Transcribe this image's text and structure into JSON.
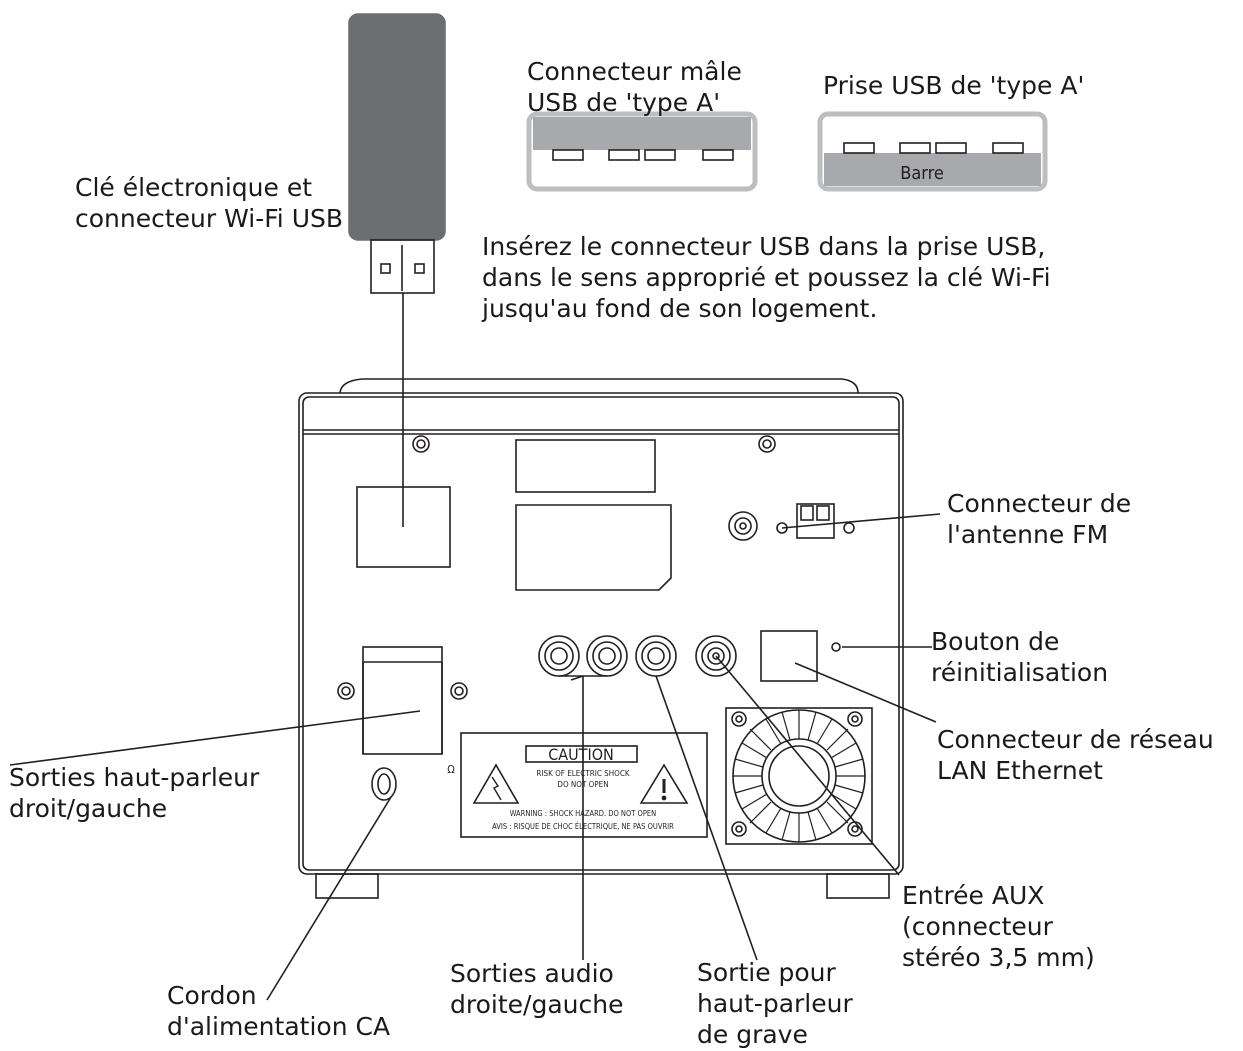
{
  "labels": {
    "male_connector": "Connecteur mâle\nUSB de 'type A'",
    "usb_socket": "Prise USB de 'type A'",
    "bar": "Barre",
    "dongle": "Clé électronique et\nconnecteur Wi-Fi USB",
    "instruction": "Insérez le connecteur USB dans la prise USB,\ndans le sens approprié et poussez la clé Wi-Fi\njusqu'au fond de son logement.",
    "fm_antenna": "Connecteur de\nl'antenne FM",
    "reset_button": "Bouton de\nréinitialisation",
    "lan": "Connecteur de réseau\nLAN Ethernet",
    "speaker_outputs": "Sorties haut-parleur\ndroit/gauche",
    "aux_input": "Entrée AUX\n(connecteur\nstéréo 3,5 mm)",
    "power_cord": "Cordon\nd'alimentation CA",
    "audio_outputs": "Sorties audio\ndroite/gauche",
    "subwoofer_output": "Sortie pour\nhaut-parleur\nde grave"
  },
  "caution_label": {
    "title": "CAUTION",
    "line1": "RISK OF ELECTRIC SHOCK",
    "line2": "DO NOT OPEN",
    "warning": "WARNING : SHOCK HAZARD. DO NOT OPEN",
    "avis": "AVIS : RISQUE DE CHOC ÉLECTRIQUE, NE PAS OUVRIR"
  },
  "ohm_symbol": "Ω",
  "colors": {
    "dongle": "#6d6e71",
    "bar": "#a7a9ac",
    "line": "#231f20"
  }
}
